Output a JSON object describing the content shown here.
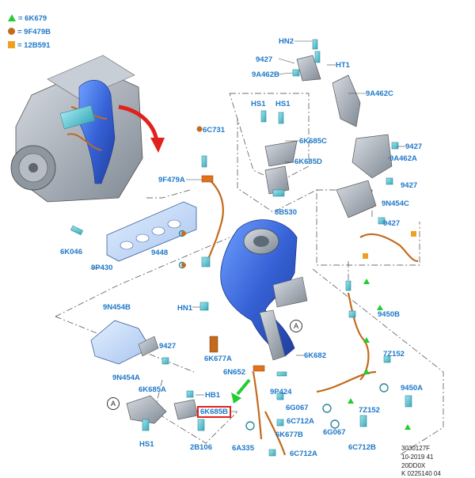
{
  "legend": [
    {
      "symbol": "triangle",
      "color": "#22cc33",
      "text": "= 6K679"
    },
    {
      "symbol": "circle",
      "color": "#c46a1c",
      "text": "= 9F479B"
    },
    {
      "symbol": "square",
      "color": "#f0a020",
      "text": "= 12B591"
    }
  ],
  "parts": {
    "hn2": "HN2",
    "p9427_a": "9427",
    "ht1": "HT1",
    "p9a462b": "9A462B",
    "p9a462c": "9A462C",
    "hs1_a": "HS1",
    "hs1_b": "HS1",
    "p6c731": "6C731",
    "p6k685c": "6K685C",
    "p9427_b": "9427",
    "p9a462a": "9A462A",
    "p6k685d": "6K685D",
    "p9f479a": "9F479A",
    "p9427_c": "9427",
    "p8b530": "8B530",
    "p9n454c": "9N454C",
    "p9427_d": "9427",
    "p6k046": "6K046",
    "p9448": "9448",
    "p9p430": "9P430",
    "hn1": "HN1",
    "p9n454b": "9N454B",
    "p9450b": "9450B",
    "p9427_e": "9427",
    "p9n454a": "9N454A",
    "p6k677a": "6K677A",
    "p6k682": "6K682",
    "p7z152_a": "7Z152",
    "p6n652": "6N652",
    "p9450a": "9450A",
    "p9p424": "9P424",
    "p6k685a": "6K685A",
    "hb1": "HB1",
    "p6k685b": "6K685B",
    "p6g067_a": "6G067",
    "p7z152_b": "7Z152",
    "p6c712a_a": "6C712A",
    "p6k677b": "6K677B",
    "p6g067_b": "6G067",
    "p6c712b": "6C712B",
    "hs1_c": "HS1",
    "p2b106": "2B106",
    "p6a335": "6A335",
    "p6c712a_b": "6C712A"
  },
  "callouts": {
    "a1": "A",
    "a2": "A"
  },
  "footer": {
    "line1": "3030127F",
    "line2": "10-2019 41",
    "line3": "20DD0X",
    "line4": "K 0225140 04"
  },
  "colors": {
    "label": "#1f78c8",
    "part_blue": "#3b6fd6",
    "part_gray": "#9aa3ad",
    "hose": "#c46a1c",
    "highlight": "#e2211c",
    "arrow_red": "#e2211c",
    "arrow_green": "#22cc33"
  },
  "icons": {
    "engine": "engine-icon",
    "turbo": "turbocharger-icon",
    "pointer": "arrow-icon"
  }
}
